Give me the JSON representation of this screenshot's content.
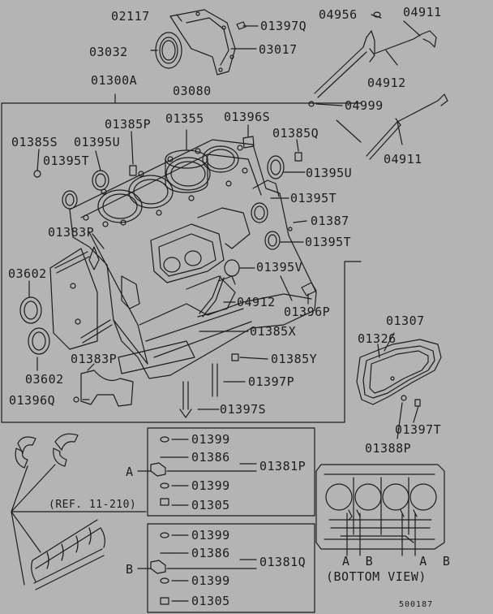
{
  "labels": {
    "p02117": "02117",
    "p01397q": "01397Q",
    "p04956": "04956",
    "p04911a": "04911",
    "p03032": "03032",
    "p03017": "03017",
    "p04912a": "04912",
    "p04999": "04999",
    "p01300a": "01300A",
    "p03080": "03080",
    "p01355": "01355",
    "p01396s": "01396S",
    "p01385p": "01385P",
    "p01385q": "01385Q",
    "p04911b": "04911",
    "p01385s": "01385S",
    "p01395u_a": "01395U",
    "p01395t_a": "01395T",
    "p01395u_b": "01395U",
    "p01395t_b": "01395T",
    "p01387": "01387",
    "p01383p_a": "01383P",
    "p01395t_c": "01395T",
    "p01395v": "01395V",
    "p03602a": "03602",
    "p04912b": "04912",
    "p01396p": "01396P",
    "p01307": "01307",
    "p01385x": "01385X",
    "p01326": "01326",
    "p01383p_b": "01383P",
    "p01385y": "01385Y",
    "p03602b": "03602",
    "p01397p": "01397P",
    "p01396q": "01396Q",
    "p01397s": "01397S",
    "p01397t": "01397T",
    "p01388p": "01388P",
    "a_01399a": "01399",
    "a_01386": "01386",
    "a_01381p": "01381P",
    "a_01399b": "01399",
    "a_01305": "01305",
    "b_01399a": "01399",
    "b_01386": "01386",
    "b_01381q": "01381Q",
    "b_01399b": "01399",
    "b_01305": "01305",
    "ref": "(REF. 11-210)",
    "markA": "A",
    "markB": "B",
    "view_ab": "A  B      A  B",
    "view_caption": "(BOTTOM  VIEW)",
    "code": "500187"
  }
}
